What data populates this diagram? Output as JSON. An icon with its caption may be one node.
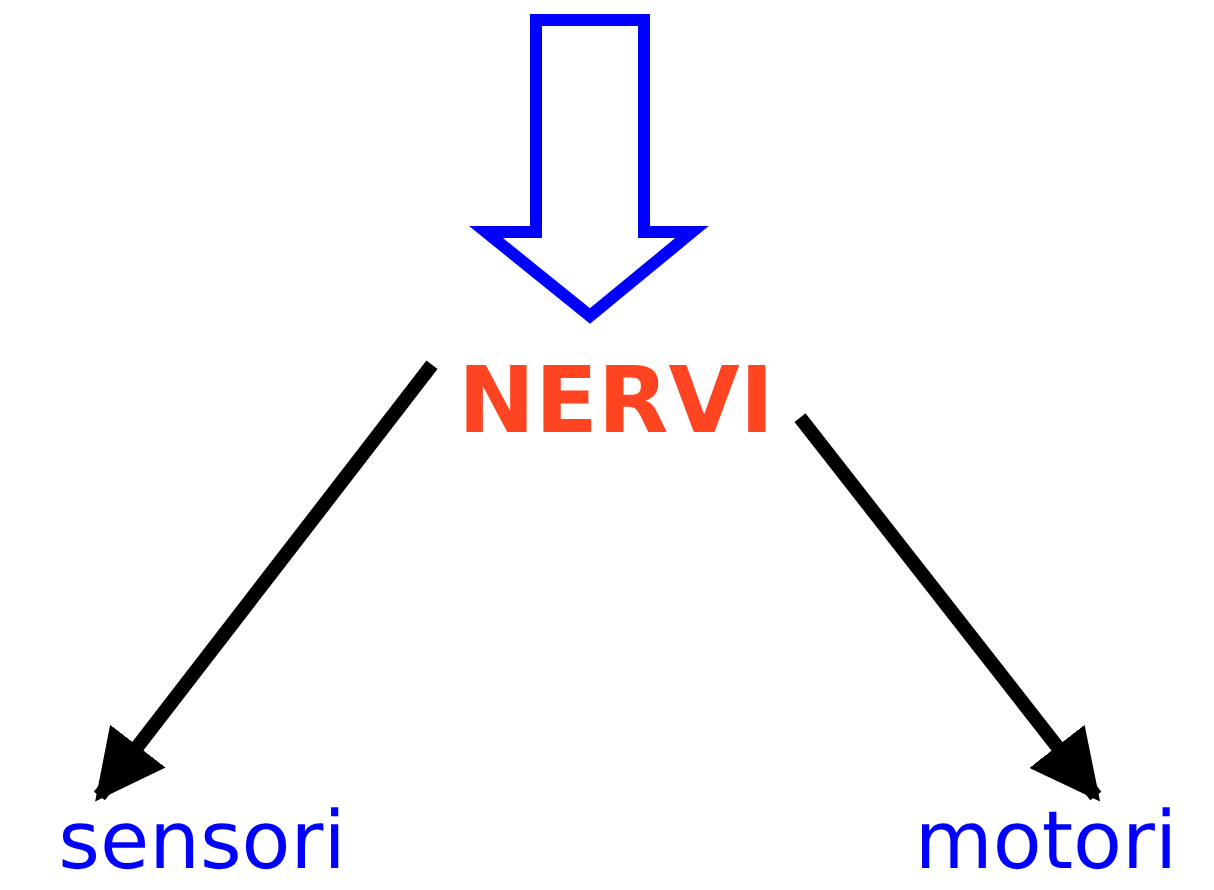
{
  "diagram": {
    "nodes": [
      {
        "text": [
          "NERVI"
        ]
      },
      {
        "text": [
          "sensori"
        ]
      },
      {
        "text": [
          "motori"
        ]
      }
    ],
    "edges": [
      {
        "from": null,
        "to": 0,
        "arrow": "to",
        "style": "thick",
        "color": "#0000ff"
      },
      {
        "from": 0,
        "to": 1,
        "arrow": "to"
      },
      {
        "from": 0,
        "to": 2,
        "arrow": "to"
      }
    ]
  }
}
